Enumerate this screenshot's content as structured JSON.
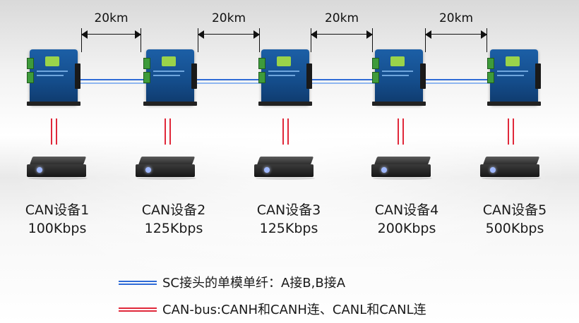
{
  "distances": [
    "20km",
    "20km",
    "20km",
    "20km"
  ],
  "devices": [
    {
      "name": "CAN设备1",
      "rate": "100Kbps"
    },
    {
      "name": "CAN设备2",
      "rate": "125Kbps"
    },
    {
      "name": "CAN设备3",
      "rate": "125Kbps"
    },
    {
      "name": "CAN设备4",
      "rate": "200Kbps"
    },
    {
      "name": "CAN设备5",
      "rate": "500Kbps"
    }
  ],
  "legend": {
    "fiber": "SC接头的单模单纤：A接B,B接A",
    "canbus": "CAN-bus:CANH和CANH连、CANL和CANL连"
  },
  "colors": {
    "fiber": "#2f6bd6",
    "canbus": "#e0283a",
    "converter": "#1c5fa6"
  },
  "icons": [
    "converter-icon",
    "can-device-icon"
  ]
}
